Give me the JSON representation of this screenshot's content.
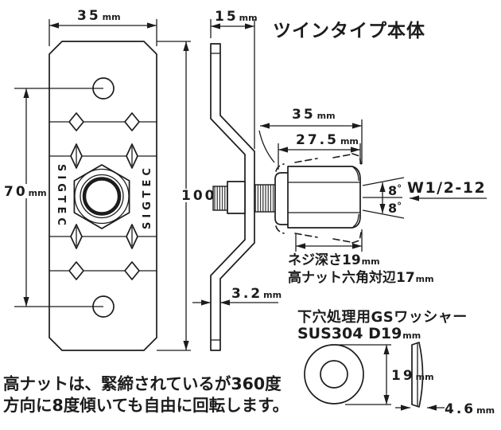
{
  "title": "ツインタイプ本体",
  "brand": "SIGTEC",
  "front_view": {
    "width": {
      "value": "35",
      "unit": "mm"
    },
    "hole_pitch": {
      "value": "70",
      "unit": "mm"
    },
    "height": {
      "value": "100",
      "unit": "mm"
    }
  },
  "side_view": {
    "depth": {
      "value": "15",
      "unit": "mm"
    },
    "thickness": {
      "value": "3.2",
      "unit": "mm"
    }
  },
  "nut_assembly": {
    "overall_length": {
      "value": "35",
      "unit": "mm"
    },
    "nut_length": {
      "value": "27.5",
      "unit": "mm"
    },
    "tilt_upper": {
      "value": "8",
      "unit": "°"
    },
    "tilt_lower": {
      "value": "8",
      "unit": "°"
    },
    "thread_spec": "W1/2-12",
    "thread_depth_note": {
      "text": "ネジ深さ19",
      "unit": "mm"
    },
    "hex_width_note": {
      "text": "高ナット六角対辺17",
      "unit": "mm"
    }
  },
  "washer": {
    "label": "下穴処理用GSワッシャー",
    "spec": {
      "text": "SUS304 D19",
      "unit": "mm"
    },
    "diameter": {
      "value": "19",
      "unit": "mm"
    },
    "thickness": {
      "value": "4.6",
      "unit": "mm"
    }
  },
  "footnote": {
    "line1": "高ナットは、緊締されているが360度",
    "line2": "方向に8度傾いても自由に回転します。"
  }
}
